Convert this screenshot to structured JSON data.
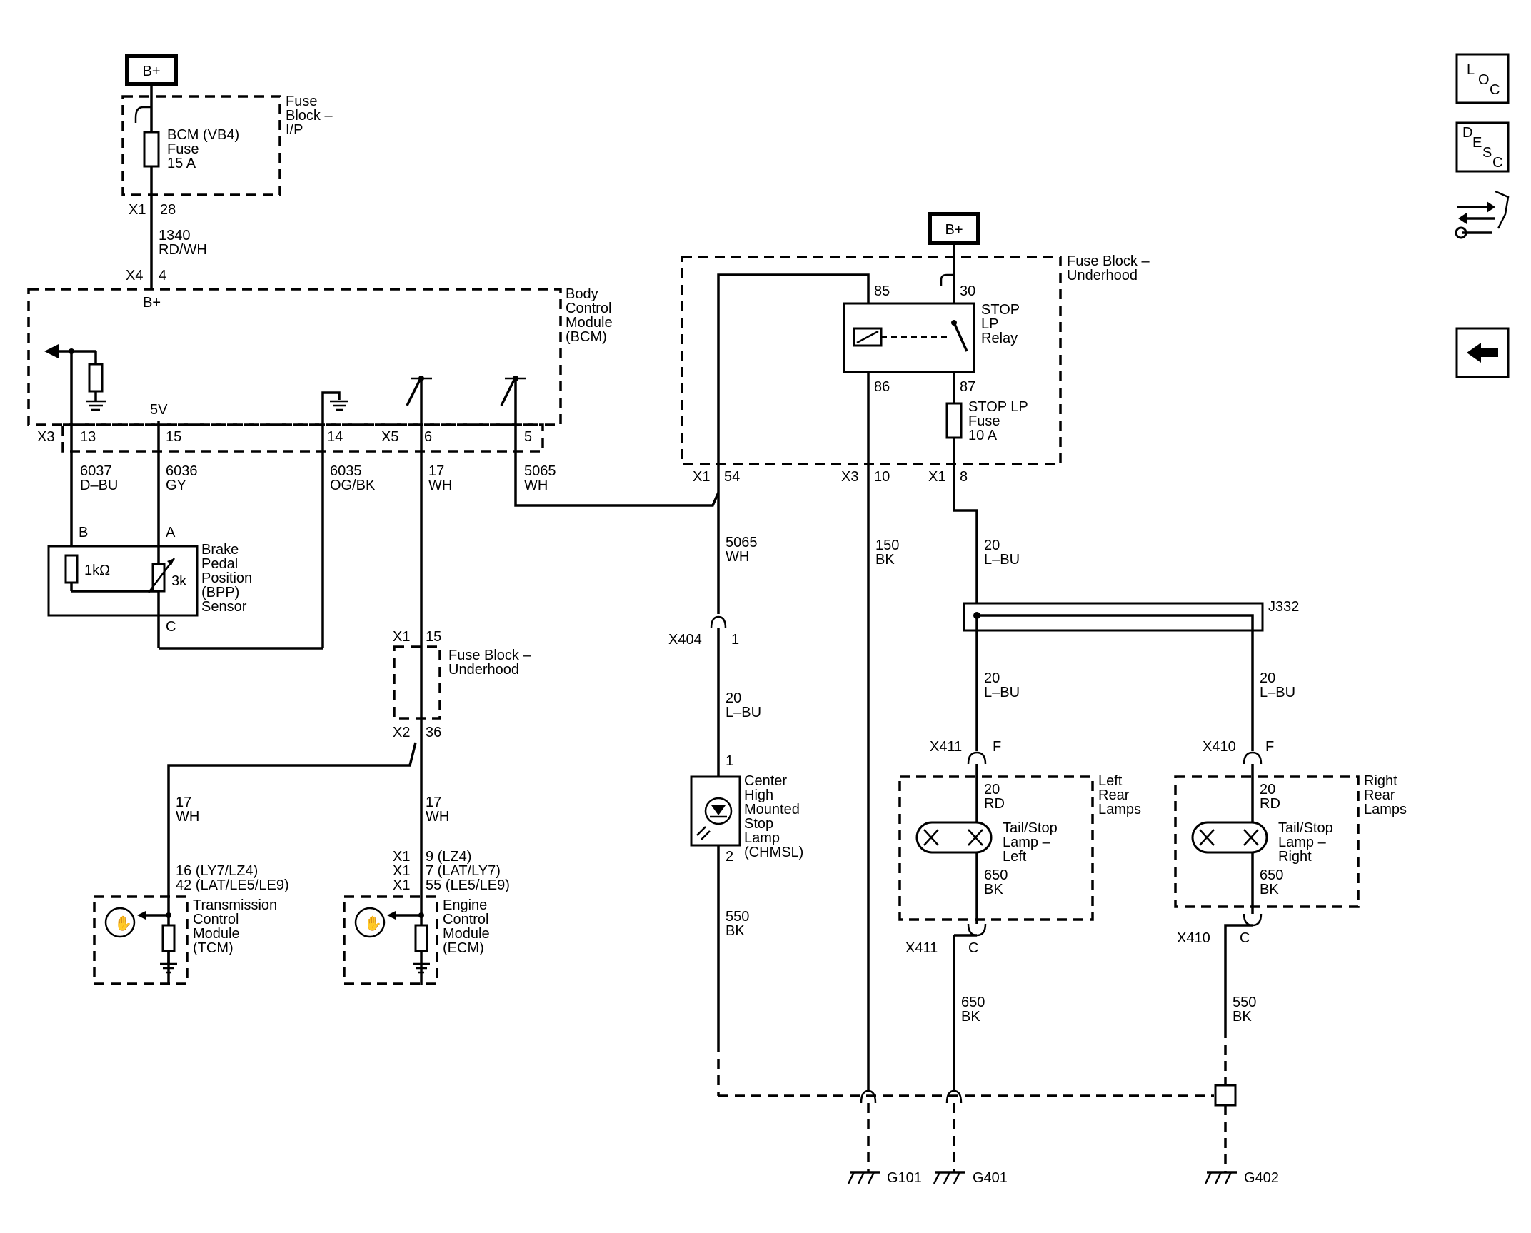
{
  "power": {
    "bplus_top": "B+",
    "bplus_relay": "B+"
  },
  "fuse_block_ip": {
    "title": [
      "Fuse",
      "Block –",
      "I/P"
    ],
    "fuse": [
      "BCM (VB4)",
      "Fuse",
      "15 A"
    ],
    "conn": "X1",
    "pin": "28"
  },
  "wire_1340": [
    "1340",
    "RD/WH"
  ],
  "bcm": {
    "title": [
      "Body",
      "Control",
      "Module",
      "(BCM)"
    ],
    "x4": "X4",
    "x4_pin": "4",
    "bplus": "B+",
    "five_v": "5V",
    "x3": "X3",
    "x5": "X5",
    "pins": [
      "13",
      "15",
      "14",
      "6",
      "5"
    ]
  },
  "wires_bcm": {
    "w6037": [
      "6037",
      "D–BU"
    ],
    "w6036": [
      "6036",
      "GY"
    ],
    "w6035": [
      "6035",
      "OG/BK"
    ],
    "w17": [
      "17",
      "WH"
    ],
    "w5065": [
      "5065",
      "WH"
    ]
  },
  "bpp_sensor": {
    "pin_b": "B",
    "pin_a": "A",
    "pin_c": "C",
    "res_fixed": "1kΩ",
    "res_var": "3k",
    "title": [
      "Brake",
      "Pedal",
      "Position",
      "(BPP)",
      "Sensor"
    ]
  },
  "fuse_block_uh_small": {
    "title": [
      "Fuse Block –",
      "Underhood"
    ],
    "top_conn": "X1",
    "top_pin": "15",
    "bot_conn": "X2",
    "bot_pin": "36"
  },
  "tcm": {
    "wire": [
      "17",
      "WH"
    ],
    "pins": [
      "16 (LY7/LZ4)",
      "42 (LAT/LE5/LE9)"
    ],
    "title": [
      "Transmission",
      "Control",
      "Module",
      "(TCM)"
    ]
  },
  "ecm": {
    "wire": [
      "17",
      "WH"
    ],
    "conns": [
      "X1",
      "X1",
      "X1"
    ],
    "pins": [
      "9 (LZ4)",
      "7 (LAT/LY7)",
      "55 (LE5/LE9)"
    ],
    "title": [
      "Engine",
      "Control",
      "Module",
      "(ECM)"
    ]
  },
  "fuse_block_uh": {
    "title": [
      "Fuse Block –",
      "Underhood"
    ],
    "relay_pins": [
      "85",
      "30",
      "86",
      "87"
    ],
    "relay": [
      "STOP",
      "LP",
      "Relay"
    ],
    "fuse": [
      "STOP LP",
      "Fuse",
      "10 A"
    ],
    "x1": "X1",
    "x1_pin": "54",
    "x3": "X3",
    "x3_pin": "10",
    "x1b": "X1",
    "x1b_pin": "8"
  },
  "chmsl": {
    "wire_in": [
      "5065",
      "WH"
    ],
    "conn": "X404",
    "conn_pin": "1",
    "wire_20": [
      "20",
      "L–BU"
    ],
    "pin1": "1",
    "pin2": "2",
    "title": [
      "Center",
      "High",
      "Mounted",
      "Stop",
      "Lamp",
      "(CHMSL)"
    ],
    "wire_550": [
      "550",
      "BK"
    ]
  },
  "wire_150": [
    "150",
    "BK"
  ],
  "wire_20_relay": [
    "20",
    "L–BU"
  ],
  "splice": {
    "name": "J332",
    "wire_left": [
      "20",
      "L–BU"
    ],
    "wire_right": [
      "20",
      "L–BU"
    ]
  },
  "left_rear": {
    "conn_top": "X411",
    "pin_top": "F",
    "wire_in": [
      "20",
      "RD"
    ],
    "lamp": [
      "Tail/Stop",
      "Lamp –",
      "Left"
    ],
    "wire_out": [
      "650",
      "BK"
    ],
    "title": [
      "Left",
      "Rear",
      "Lamps"
    ],
    "conn_bot": "X411",
    "pin_bot": "C",
    "wire_gnd": [
      "650",
      "BK"
    ]
  },
  "right_rear": {
    "conn_top": "X410",
    "pin_top": "F",
    "wire_in": [
      "20",
      "RD"
    ],
    "lamp": [
      "Tail/Stop",
      "Lamp –",
      "Right"
    ],
    "wire_out": [
      "650",
      "BK"
    ],
    "title": [
      "Right",
      "Rear",
      "Lamps"
    ],
    "conn_bot": "X410",
    "pin_bot": "C",
    "wire_gnd": [
      "550",
      "BK"
    ]
  },
  "grounds": [
    "G101",
    "G401",
    "G402"
  ],
  "nav": {
    "loc": [
      "L",
      "O",
      "C"
    ],
    "desc": [
      "D",
      "E",
      "S",
      "C"
    ]
  }
}
